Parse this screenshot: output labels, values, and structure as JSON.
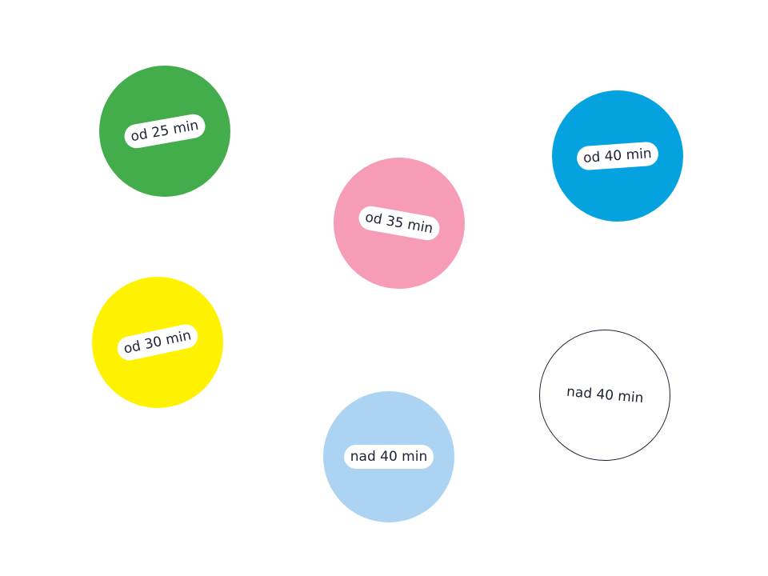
{
  "badges": [
    {
      "label": "od 25 min",
      "color": "#43ad4b"
    },
    {
      "label": "od 40 min",
      "color": "#04a3e0"
    },
    {
      "label": "od 35 min",
      "color": "#f69cb6"
    },
    {
      "label": "od 30 min",
      "color": "#fff200"
    },
    {
      "label": "nad 40 min",
      "color": "#acd3f1"
    },
    {
      "label": "nad 40 min",
      "color": "#ffffff",
      "outline": "#1e2235"
    }
  ]
}
